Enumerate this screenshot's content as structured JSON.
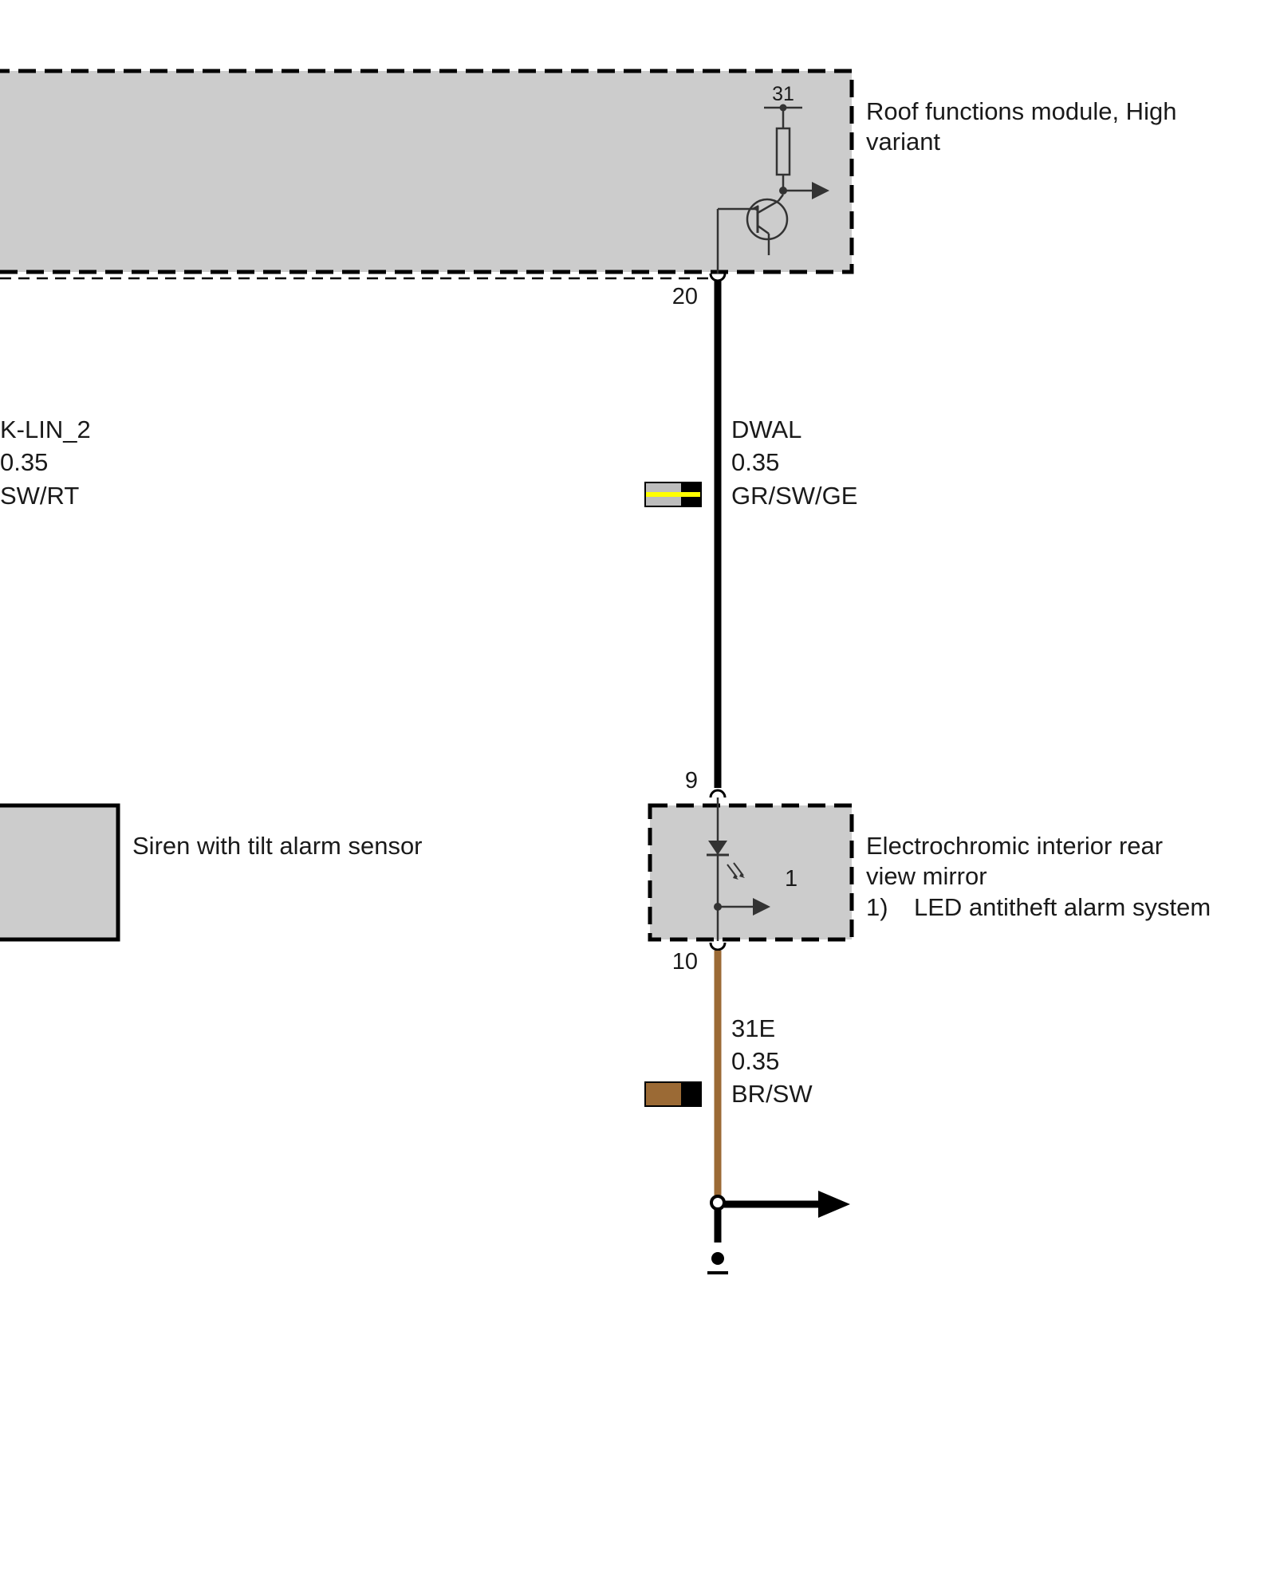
{
  "modules": {
    "roof": {
      "name_line1": "Roof functions module, High",
      "name_line2": "variant",
      "ground_label": "31"
    },
    "mirror": {
      "name_line1": "Electrochromic interior rear",
      "name_line2": "view mirror",
      "footnote_num": "1)",
      "footnote_text": "LED antitheft alarm system",
      "led_ref": "1"
    },
    "siren": {
      "name": "Siren with tilt alarm sensor"
    }
  },
  "pins": {
    "roof_out": "20",
    "mirror_in": "9",
    "mirror_out": "10"
  },
  "wires": {
    "klin": {
      "signal": "K-LIN_2",
      "size": "0.35",
      "color": "SW/RT"
    },
    "dwal": {
      "signal": "DWAL",
      "size": "0.35",
      "color": "GR/SW/GE"
    },
    "ground": {
      "signal": "31E",
      "size": "0.35",
      "color": "BR/SW"
    }
  },
  "colors": {
    "module_fill": "#cccccc",
    "wire_black": "#000000",
    "wire_brown": "#9b6a35",
    "swatch_grey": "#bdbdbd",
    "swatch_yellow": "#ffff00"
  }
}
